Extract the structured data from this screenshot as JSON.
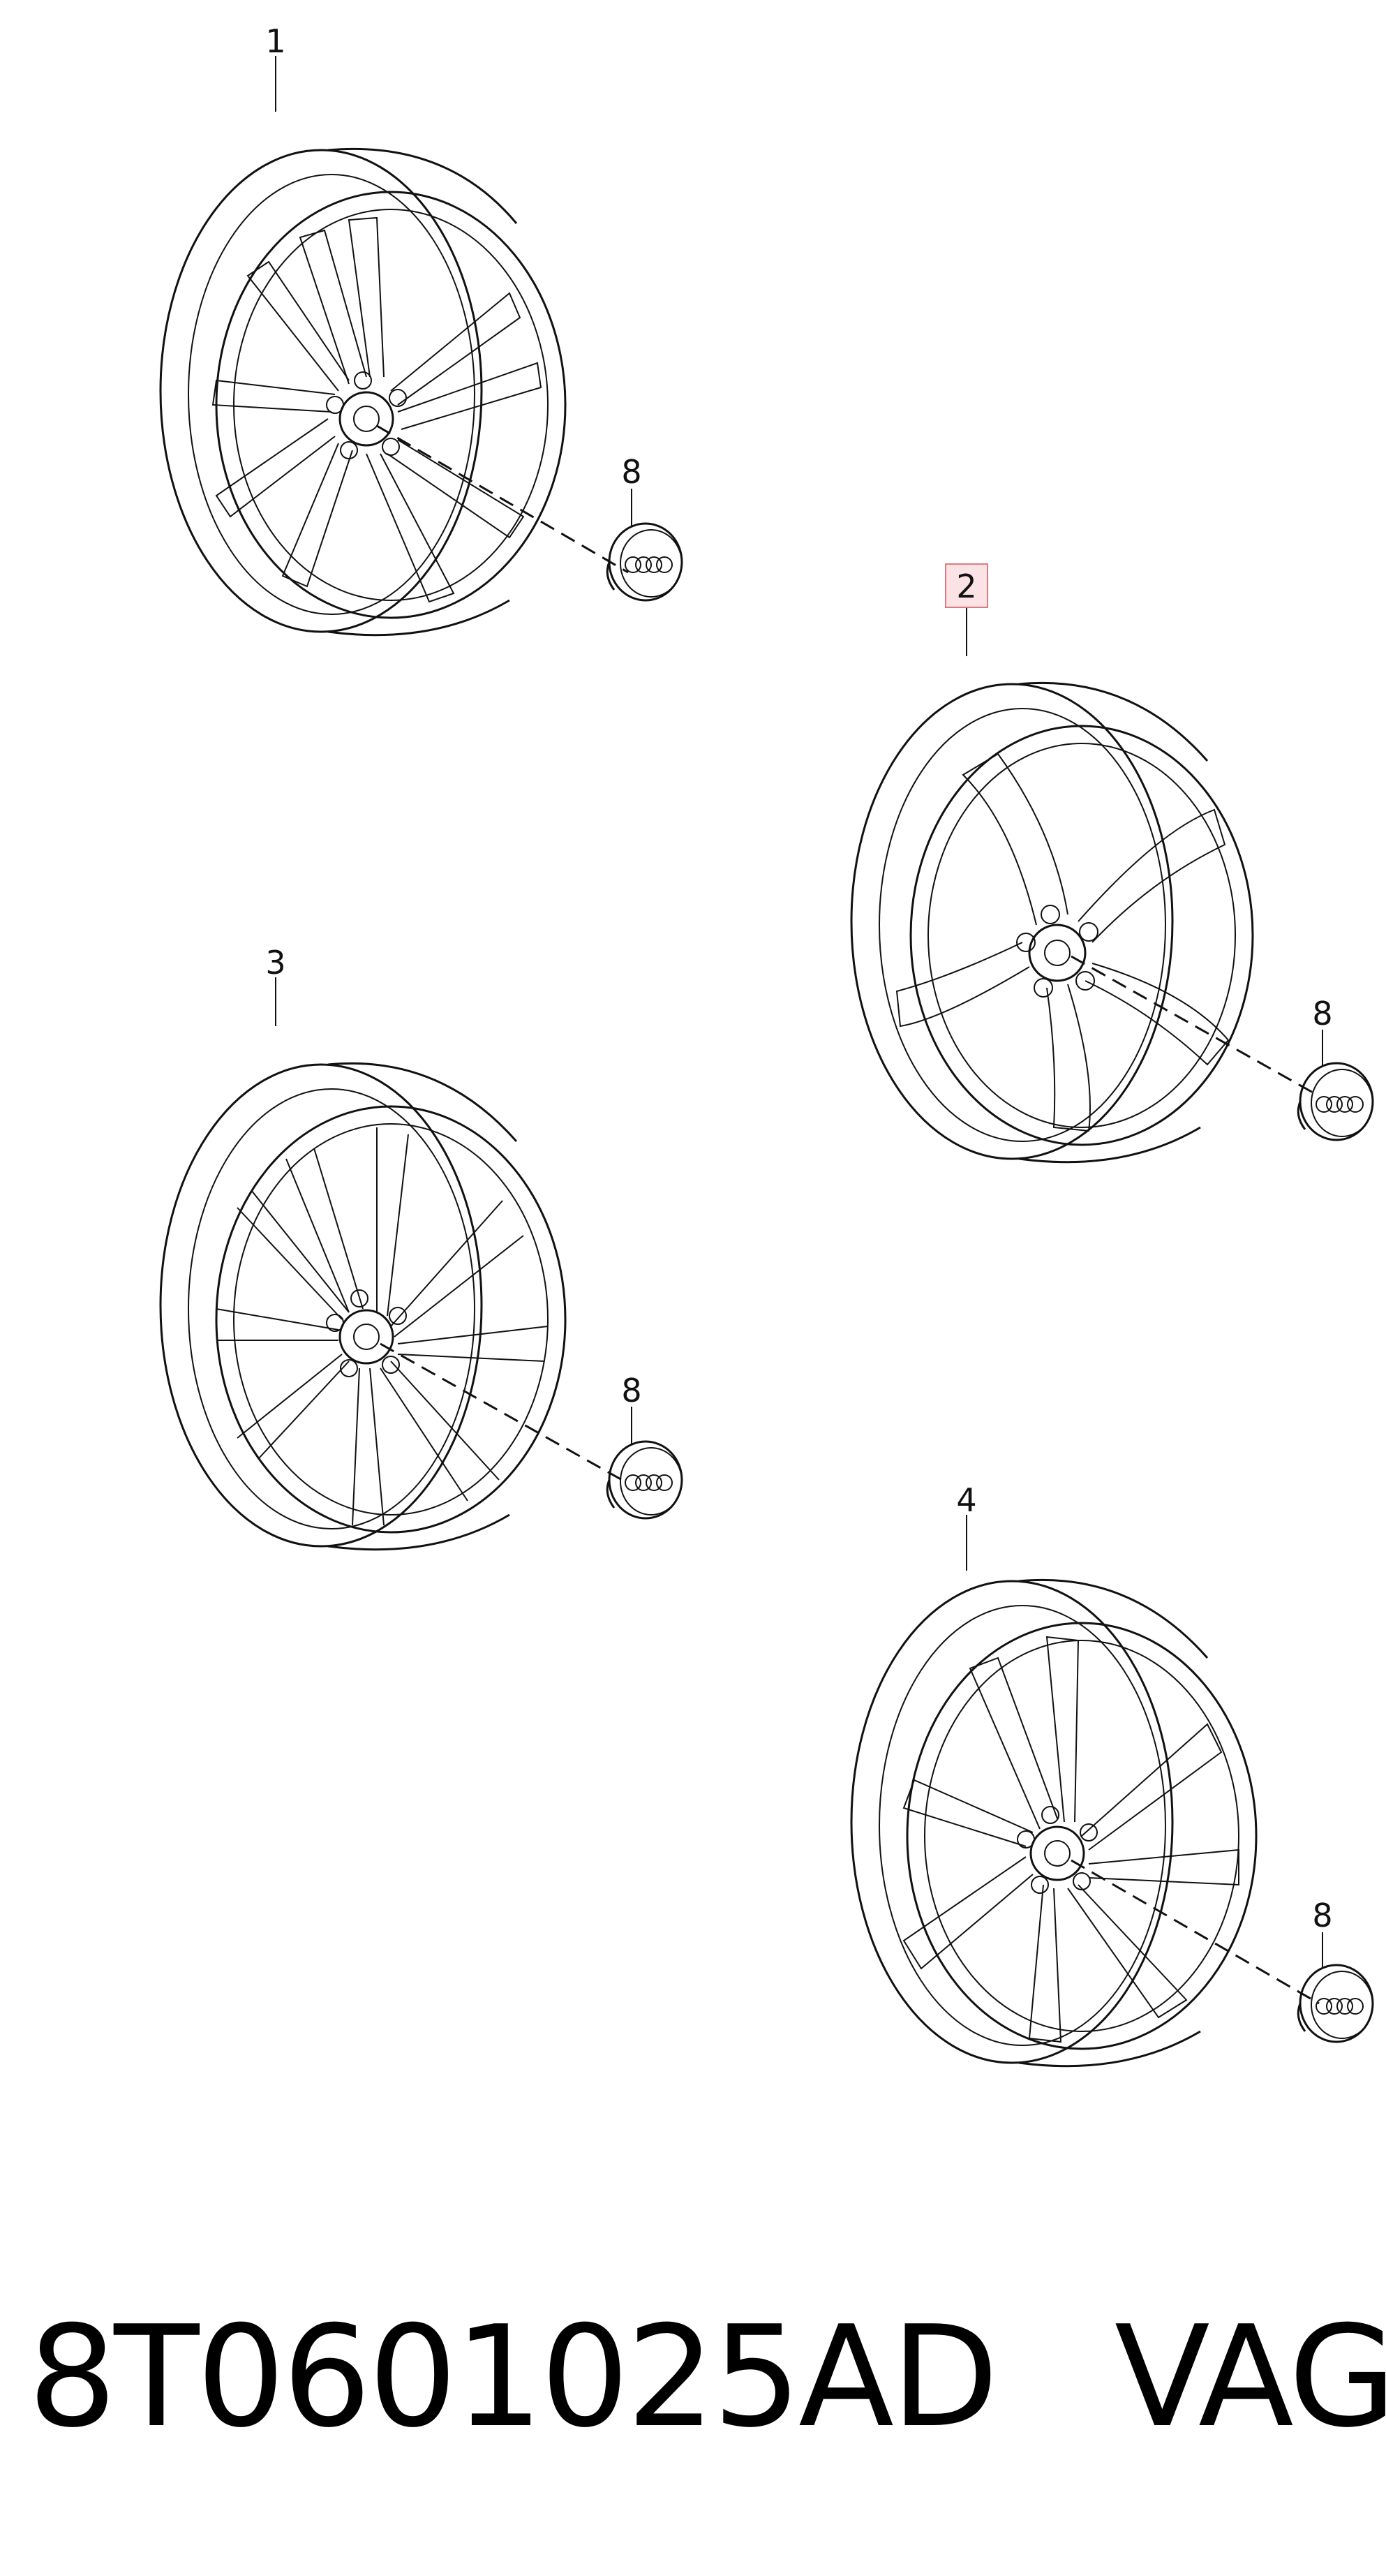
{
  "callouts": {
    "wheel_1": "1",
    "wheel_2": "2",
    "wheel_3": "3",
    "wheel_4": "4",
    "cap_a": "8",
    "cap_b": "8",
    "cap_c": "8",
    "cap_d": "8"
  },
  "highlighted_callout": "2",
  "footer": {
    "part_number": "8T0601025AD",
    "brand": "VAG"
  },
  "icons": [
    "alloy-wheel-icon",
    "center-cap-icon",
    "four-rings-logo-icon"
  ],
  "colors": {
    "line": "#111111",
    "highlight_fill": "#fbe3e5",
    "highlight_stroke": "#e07a82"
  }
}
